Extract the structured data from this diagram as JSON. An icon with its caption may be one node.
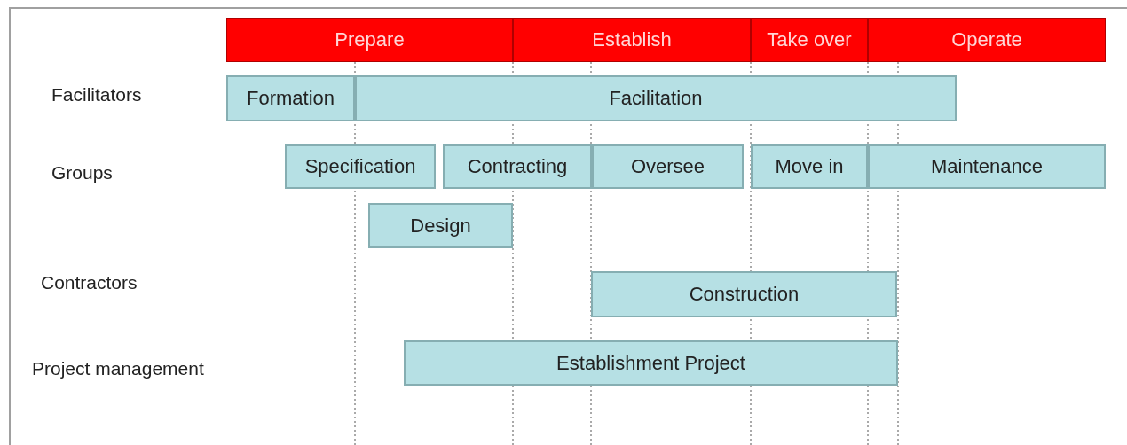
{
  "diagram": {
    "nodes": [
      {
        "text": [
          "Prepare"
        ]
      },
      {
        "text": [
          "Establish"
        ]
      },
      {
        "text": [
          "Take over"
        ]
      },
      {
        "text": [
          "Operate"
        ]
      },
      {
        "text": [
          "Formation"
        ]
      },
      {
        "text": [
          "Facilitation"
        ]
      },
      {
        "text": [
          "Specification"
        ]
      },
      {
        "text": [
          "Contracting"
        ]
      },
      {
        "text": [
          "Oversee"
        ]
      },
      {
        "text": [
          "Move in"
        ]
      },
      {
        "text": [
          "Maintenance"
        ]
      },
      {
        "text": [
          "Design"
        ]
      },
      {
        "text": [
          "Construction"
        ]
      },
      {
        "text": [
          "Establishment Project"
        ]
      }
    ],
    "labels": [
      "Facilitators",
      "Groups",
      "Contractors",
      "Project management"
    ]
  }
}
